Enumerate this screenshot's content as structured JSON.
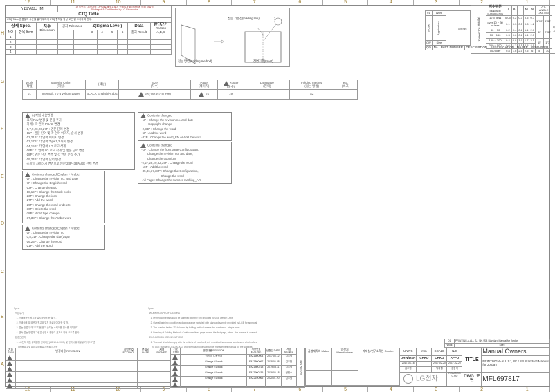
{
  "zones": {
    "columns": [
      "12",
      "11",
      "10",
      "9",
      "8",
      "7",
      "6",
      "5",
      "4",
      "3",
      "2",
      "1"
    ],
    "rows_left": [
      "H",
      "G",
      "F",
      "E",
      "D",
      "C",
      "B",
      "A"
    ]
  },
  "ctq": {
    "doc_no_mirrored": "MFL697817",
    "notice": "본 도면은 LG전자의 자산으로 불법유출시 관계법과 회사규정에 의해 처벌됨",
    "notice_en": "Privileged & Confidential by LG Electronics",
    "title": "CTQ Table",
    "desc": "CTQ Table은 품질의 수준을 알기 위해서 CTQ 항목을 항상 모든 일 추가하여 한다.",
    "h_spec": "상세 Spec.",
    "h_dim": "치수",
    "h_dim_en": "Dimension",
    "h_tol": "공차 Tolerance",
    "h_plus": "+",
    "h_minus": "-",
    "h_sigma": "Z(Sigma Level)",
    "h_s1": "3",
    "h_s2": "4",
    "h_s3": "5",
    "h_s4": "6",
    "h_data": "Data",
    "h_result": "결과 Result",
    "h_reason": "판단근거",
    "h_reason_en": "Reason",
    "h_abc": "A,B,C",
    "h_no": "NO",
    "h_item": "항목 Item",
    "rows": [
      "1",
      "2",
      "3",
      "4"
    ]
  },
  "folding": {
    "line_label": "접는 기준선(Folding line)",
    "method_label": "접는 방법(Folding method)",
    "front_label": "전면기준(Front)",
    "balloon": "1"
  },
  "application": {
    "code": "01",
    "work": "Work",
    "model": "SJ, SK",
    "app": "Application",
    "cw": "CW",
    "size": "Size"
  },
  "tolerance": {
    "header": "치수구분",
    "header_en": "DIMENSION CLASSIFICATION",
    "side": "일반공차 TOLERANCE",
    "unit": "unit:mm",
    "cols": [
      "J",
      "K",
      "L",
      "M",
      "N"
    ],
    "angle": "각도 ANGLE",
    "jkl": "JKL",
    "mn": "MN",
    "remark": "비고",
    "rows": [
      {
        "range": "10 or less",
        "v": [
          "0.05",
          "0.2",
          "0.3",
          "0.5",
          "0.7"
        ]
      },
      {
        "range": "over 10 ~ 30 or less",
        "v": [
          "0.1",
          "0.3",
          "0.5",
          "0.8",
          "1.2"
        ]
      },
      {
        "range": "30 ~ 50",
        "v": [
          "0.2",
          "0.4",
          "0.6",
          "1.1",
          "2.0"
        ]
      },
      {
        "range": "50 ~ 150",
        "v": [
          "0.3",
          "0.6",
          "0.8",
          "1.4",
          "2.5"
        ]
      },
      {
        "range": "150 ~ 300",
        "v": [
          "0.4",
          "0.8",
          "1.0",
          "1.7",
          "3.5"
        ]
      },
      {
        "range": "300 ~ 500",
        "v": [
          "0.6",
          "1.2",
          "1.5",
          "2.5",
          "4.5"
        ]
      },
      {
        "range": "500 over",
        "v": [
          "0.8",
          "1.6",
          "2.0",
          "2.5",
          "6"
        ]
      }
    ],
    "angles": [
      [
        "1°30'",
        "6°30'"
      ],
      [
        "30'",
        "2°30'"
      ],
      [
        "15'",
        "1°3'"
      ],
      [
        "5'",
        "30'"
      ]
    ]
  },
  "parts": {
    "qty": "Qty",
    "no": "No",
    "part": "PART NUMBER",
    "desc": "DESCRIPTION",
    "spec": "SPECIFICATION",
    "maker": "MAKER",
    "remarks": "REMARKER"
  },
  "spec": {
    "h_work": "Work",
    "h_work_ko": "(작업)",
    "h_mat": "Material Color",
    "h_mat_ko": "(재질)",
    "h_color": "(색상)",
    "h_size": "Size",
    "h_size_ko": "(치수)",
    "h_page": "Page",
    "h_page_ko": "(페이지)",
    "h_sheet": "Sheet",
    "h_sheet_ko": "(매수)",
    "h_lang": "Language",
    "h_lang_ko": "(언어)",
    "h_fold": "Folding method",
    "h_fold_ko": "(접는 방법)",
    "h_etc": "etc.",
    "h_etc_ko": "(비고)",
    "work": "01",
    "material": "Internal : 70 g vellum paper",
    "color": "BLACK English/Arabic",
    "size": "A5(148 x 210 mm)",
    "page": "76",
    "sheet": "19",
    "language": "",
    "folding": "S2",
    "etc": ""
  },
  "changes": {
    "box1": "01작업 내용변경\n -표지 Rev 변경 및 문장 추가\n -차례 : 각 언어 PGAE 변경\n -6,7,9,20,26,27P : 영문 단어 변경\n -11P : 영문 단어 및 각 언어 이미지, 순서 변경\n -12,21P : 각 언어 이미지 변경\n -13,17P : 각 언어 Type1,2 위치 변경\n -14,15P : 각 언어 LG 로고 삭제\n -16P : 각 언어 LG 로고 삭제 및 영문 단어 변경\n -18P : 영문 단어 변경 및 각 언어 문장 추가\n -19,24P : 각 언어 단어 변경\n -스마트 사용하기 변경으로 인한 28P~38PAGE 전체 변경",
    "box2": "Contents changed(English + Arabic)\n -1P : Change the revision no. and date\n -7P : Change the English word\n -13P : Change the Bold\n -18,19P : Change the Mode order\n -23P : Change the icon\n -27P : Add the word\n -29P : Change the word or delete\n -30P : Delete the word\n -38P : Word type change\n -37,38P : Change the Arabic word",
    "box3": "Contents changed(English + Arabic)\n -1P : Change the revision no\n -3,8,31P : Change the size(14pt)\n -16,25P : Change the word\n -21P : Add the word",
    "box4": "Contents changed\n -1P : Change the revision no. and date\n         Copyright change\n -2,34P : Change the word\n -5P : Add the word\n -32P : Change the word_EN or Add the word",
    "box5": "Contents changed\n -1P : Change the front page Configuration,\n        Change the revision no. and date,\n        Change the copyright\n -2,27,28,29,32,34P : Change the word\n -18P : Add the word\n -35,36,37,38P : Change the Configuration,\n                        Change the word\n -All Page : Change the number marking_AR"
  },
  "notes": {
    "left": "Spec.\n  작업주기\n    1. 인쇄내용이 원고와 일치하여야 한 할 것.\n    2. 인쇄상태 및 외관이 원고와 일치 완료되어야 한 할 것.\n    3. 접는 방법 뒤의 \"S\" 다음 표기 숫자는 스테이플 횟수를 의미한다.\n    4. 연속 접는 방법의 그림은 설명서 첫면이 표지로 되어 오도록 한다.\n  환경관련지\n    1. LG전자 제품 유해물질 관리기준(LG 10-A-9003) 및 협력사 유해물질 가이드 기준\n       Level A-1 및 A-II 유해물질 사용을 금지함",
    "right": "Spec.\n  WORKING SPECIFICATIONS\n    1. Printed contents should be satisfied with the film provided by LGE Design Dept.\n    2. Overall printing condition and appearance satisfied with standard sample provided by LGE for approval.\n    3. The number before \"S\" followed by folding method means the number of   staple mark.\n    4. Drawing of Folding Method : Continuous lined page means the first page, when   the manual is opened.\n  ECO-DESIGN SPECIFICATIONS\n    1. This part should comply with the criteria of Level A-1, A-II restricted hazardous substances which refers\n       to LGE standard LG10-A-9003 and the hazardous substance management manual for the supplies"
  },
  "revision": {
    "h_sym": "기호 SYM",
    "h_rev": "변경내용 REVISION",
    "h_eco": "시방번호 ECO.NO.",
    "h_date": "년월일 DATE",
    "h_sign": "서명 SIGNED",
    "rows": [
      {
        "sym": "1",
        "rev": "이 작업 내용변경",
        "eco": "EAZ1600004",
        "date": "2017.05.12",
        "sign": "김주원"
      },
      {
        "sym": "2",
        "rev": "Change 01 work",
        "eco": "EAZ1800097",
        "date": "2018.06.28",
        "sign": "김주원"
      },
      {
        "sym": "3",
        "rev": "Change 01 work",
        "eco": "EAZ1800218",
        "date": "2019.03.11",
        "sign": "김주원"
      },
      {
        "sym": "4",
        "rev": "Change 01 work",
        "eco": "EAZ1900335",
        "date": "2019.05.18",
        "sign": "정민수"
      },
      {
        "sym": "5",
        "rev": "Change 01 work",
        "eco": "EAZ2100065",
        "date": "2020.01.20",
        "sign": "김주원"
      },
      {
        "sym": "6",
        "rev": "",
        "eco": "",
        "date": "",
        "sign": ""
      }
    ]
  },
  "approval_label": "승인 Approval",
  "vendor": {
    "maker": "금형제작처 Maker",
    "manufacturer": "양산처 Manufacturer",
    "confirm": "자재실/연구소확인 Confirm"
  },
  "title_block": {
    "code": "01",
    "work": "Work",
    "print_desc": "PRINTING A-ALL SJ, SK / SB Standard Manual for Jordan",
    "spec": "Spec",
    "units": "UNITS",
    "mm": "mm",
    "scale": "SCALE",
    "ns": "N/S",
    "drwdsn": "DRW/DSN",
    "chkd": "CHKD",
    "chkd2": "CHKD",
    "apprd": "APPD",
    "dsn_date": "2017-03-16",
    "chkd_date": "2017-02-20",
    "appd_date": "2017-02-20",
    "dsn_name": "김주원",
    "chkd_name": "박희철",
    "appd_name": "김한석",
    "title_lbl": "TITLE",
    "title": "Manual,Owners",
    "subtitle": "PRINTING A-ALL SJ, SK / SB Standard Manual for Jordan",
    "relation": "RELATION C.NO",
    "dwg": "DWG. 도번",
    "dwg_no": "MFL697817",
    "logo": "LG전자"
  }
}
